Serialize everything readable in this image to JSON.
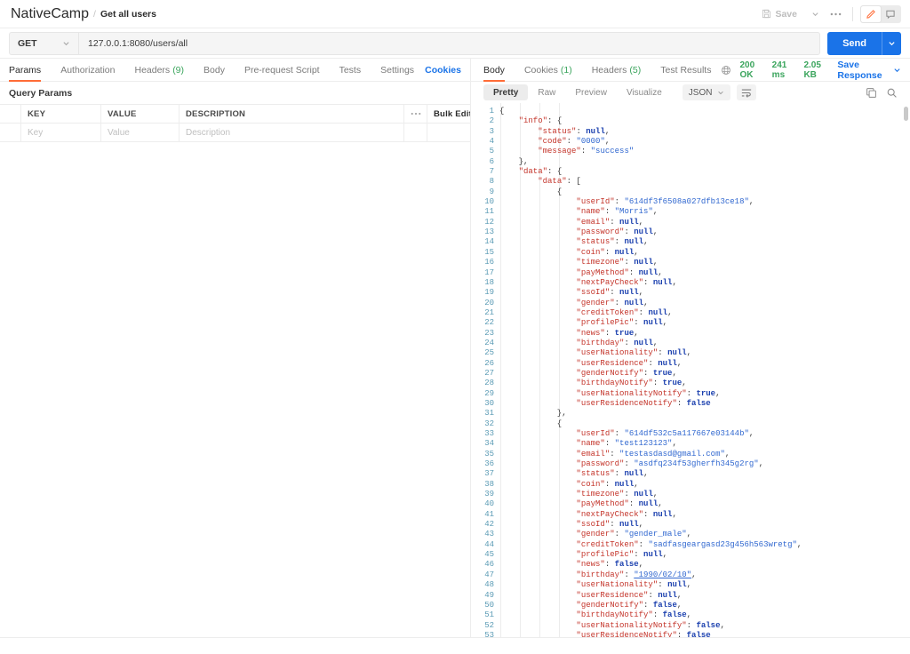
{
  "breadcrumb": {
    "collection": "NativeCamp",
    "separator": "/",
    "current": "Get all users"
  },
  "topbar": {
    "save_label": "Save",
    "icons": {
      "save": "floppy-disk-icon",
      "caret": "chevron-down-icon",
      "more": "ellipsis-icon",
      "edit": "pencil-icon",
      "comment": "comment-icon"
    }
  },
  "urlbar": {
    "method": "GET",
    "url": "127.0.0.1:8080/users/all",
    "send_label": "Send"
  },
  "request_tabs": [
    {
      "label": "Params",
      "count": null,
      "active": true
    },
    {
      "label": "Authorization",
      "count": null,
      "active": false
    },
    {
      "label": "Headers",
      "count": "(9)",
      "active": false
    },
    {
      "label": "Body",
      "count": null,
      "active": false
    },
    {
      "label": "Pre-request Script",
      "count": null,
      "active": false
    },
    {
      "label": "Tests",
      "count": null,
      "active": false
    },
    {
      "label": "Settings",
      "count": null,
      "active": false
    }
  ],
  "cookies_link": "Cookies",
  "query_params": {
    "title": "Query Params",
    "columns": [
      "KEY",
      "VALUE",
      "DESCRIPTION"
    ],
    "bulk_edit": "Bulk Edit",
    "rows": [
      {
        "key": "Key",
        "value": "Value",
        "description": "Description"
      }
    ]
  },
  "response_tabs": [
    {
      "label": "Body",
      "count": null,
      "active": true
    },
    {
      "label": "Cookies",
      "count": "(1)",
      "active": false
    },
    {
      "label": "Headers",
      "count": "(5)",
      "active": false
    },
    {
      "label": "Test Results",
      "count": null,
      "active": false
    }
  ],
  "response_meta": {
    "status": "200 OK",
    "time": "241 ms",
    "size": "2.05 KB",
    "save_response": "Save Response"
  },
  "format_bar": {
    "modes": [
      {
        "label": "Pretty",
        "active": true
      },
      {
        "label": "Raw",
        "active": false
      },
      {
        "label": "Preview",
        "active": false
      },
      {
        "label": "Visualize",
        "active": false
      }
    ],
    "language": "JSON",
    "icons": {
      "wrap": "wrap-lines-icon",
      "copy": "copy-icon",
      "search": "search-icon"
    }
  },
  "colors": {
    "accent": "#ff6c37",
    "link": "#1a73e8",
    "success": "#3ba55d",
    "key": "#c4352b",
    "string": "#3168d0",
    "literal": "#1a3fae"
  },
  "response_body": {
    "first_line": 1,
    "last_visible_line": 53,
    "lines": [
      [
        {
          "t": "{",
          "c": "p"
        }
      ],
      [
        {
          "t": "    ",
          "c": "p"
        },
        {
          "t": "\"info\"",
          "c": "k"
        },
        {
          "t": ": {",
          "c": "p"
        }
      ],
      [
        {
          "t": "        ",
          "c": "p"
        },
        {
          "t": "\"status\"",
          "c": "k"
        },
        {
          "t": ": ",
          "c": "p"
        },
        {
          "t": "null",
          "c": "lit"
        },
        {
          "t": ",",
          "c": "p"
        }
      ],
      [
        {
          "t": "        ",
          "c": "p"
        },
        {
          "t": "\"code\"",
          "c": "k"
        },
        {
          "t": ": ",
          "c": "p"
        },
        {
          "t": "\"0000\"",
          "c": "s"
        },
        {
          "t": ",",
          "c": "p"
        }
      ],
      [
        {
          "t": "        ",
          "c": "p"
        },
        {
          "t": "\"message\"",
          "c": "k"
        },
        {
          "t": ": ",
          "c": "p"
        },
        {
          "t": "\"success\"",
          "c": "s"
        }
      ],
      [
        {
          "t": "    },",
          "c": "p"
        }
      ],
      [
        {
          "t": "    ",
          "c": "p"
        },
        {
          "t": "\"data\"",
          "c": "k"
        },
        {
          "t": ": {",
          "c": "p"
        }
      ],
      [
        {
          "t": "        ",
          "c": "p"
        },
        {
          "t": "\"data\"",
          "c": "k"
        },
        {
          "t": ": [",
          "c": "p"
        }
      ],
      [
        {
          "t": "            {",
          "c": "p"
        }
      ],
      [
        {
          "t": "                ",
          "c": "p"
        },
        {
          "t": "\"userId\"",
          "c": "k"
        },
        {
          "t": ": ",
          "c": "p"
        },
        {
          "t": "\"614df3f6508a027dfb13ce18\"",
          "c": "s"
        },
        {
          "t": ",",
          "c": "p"
        }
      ],
      [
        {
          "t": "                ",
          "c": "p"
        },
        {
          "t": "\"name\"",
          "c": "k"
        },
        {
          "t": ": ",
          "c": "p"
        },
        {
          "t": "\"Morris\"",
          "c": "s"
        },
        {
          "t": ",",
          "c": "p"
        }
      ],
      [
        {
          "t": "                ",
          "c": "p"
        },
        {
          "t": "\"email\"",
          "c": "k"
        },
        {
          "t": ": ",
          "c": "p"
        },
        {
          "t": "null",
          "c": "lit"
        },
        {
          "t": ",",
          "c": "p"
        }
      ],
      [
        {
          "t": "                ",
          "c": "p"
        },
        {
          "t": "\"password\"",
          "c": "k"
        },
        {
          "t": ": ",
          "c": "p"
        },
        {
          "t": "null",
          "c": "lit"
        },
        {
          "t": ",",
          "c": "p"
        }
      ],
      [
        {
          "t": "                ",
          "c": "p"
        },
        {
          "t": "\"status\"",
          "c": "k"
        },
        {
          "t": ": ",
          "c": "p"
        },
        {
          "t": "null",
          "c": "lit"
        },
        {
          "t": ",",
          "c": "p"
        }
      ],
      [
        {
          "t": "                ",
          "c": "p"
        },
        {
          "t": "\"coin\"",
          "c": "k"
        },
        {
          "t": ": ",
          "c": "p"
        },
        {
          "t": "null",
          "c": "lit"
        },
        {
          "t": ",",
          "c": "p"
        }
      ],
      [
        {
          "t": "                ",
          "c": "p"
        },
        {
          "t": "\"timezone\"",
          "c": "k"
        },
        {
          "t": ": ",
          "c": "p"
        },
        {
          "t": "null",
          "c": "lit"
        },
        {
          "t": ",",
          "c": "p"
        }
      ],
      [
        {
          "t": "                ",
          "c": "p"
        },
        {
          "t": "\"payMethod\"",
          "c": "k"
        },
        {
          "t": ": ",
          "c": "p"
        },
        {
          "t": "null",
          "c": "lit"
        },
        {
          "t": ",",
          "c": "p"
        }
      ],
      [
        {
          "t": "                ",
          "c": "p"
        },
        {
          "t": "\"nextPayCheck\"",
          "c": "k"
        },
        {
          "t": ": ",
          "c": "p"
        },
        {
          "t": "null",
          "c": "lit"
        },
        {
          "t": ",",
          "c": "p"
        }
      ],
      [
        {
          "t": "                ",
          "c": "p"
        },
        {
          "t": "\"ssoId\"",
          "c": "k"
        },
        {
          "t": ": ",
          "c": "p"
        },
        {
          "t": "null",
          "c": "lit"
        },
        {
          "t": ",",
          "c": "p"
        }
      ],
      [
        {
          "t": "                ",
          "c": "p"
        },
        {
          "t": "\"gender\"",
          "c": "k"
        },
        {
          "t": ": ",
          "c": "p"
        },
        {
          "t": "null",
          "c": "lit"
        },
        {
          "t": ",",
          "c": "p"
        }
      ],
      [
        {
          "t": "                ",
          "c": "p"
        },
        {
          "t": "\"creditToken\"",
          "c": "k"
        },
        {
          "t": ": ",
          "c": "p"
        },
        {
          "t": "null",
          "c": "lit"
        },
        {
          "t": ",",
          "c": "p"
        }
      ],
      [
        {
          "t": "                ",
          "c": "p"
        },
        {
          "t": "\"profilePic\"",
          "c": "k"
        },
        {
          "t": ": ",
          "c": "p"
        },
        {
          "t": "null",
          "c": "lit"
        },
        {
          "t": ",",
          "c": "p"
        }
      ],
      [
        {
          "t": "                ",
          "c": "p"
        },
        {
          "t": "\"news\"",
          "c": "k"
        },
        {
          "t": ": ",
          "c": "p"
        },
        {
          "t": "true",
          "c": "lit"
        },
        {
          "t": ",",
          "c": "p"
        }
      ],
      [
        {
          "t": "                ",
          "c": "p"
        },
        {
          "t": "\"birthday\"",
          "c": "k"
        },
        {
          "t": ": ",
          "c": "p"
        },
        {
          "t": "null",
          "c": "lit"
        },
        {
          "t": ",",
          "c": "p"
        }
      ],
      [
        {
          "t": "                ",
          "c": "p"
        },
        {
          "t": "\"userNationality\"",
          "c": "k"
        },
        {
          "t": ": ",
          "c": "p"
        },
        {
          "t": "null",
          "c": "lit"
        },
        {
          "t": ",",
          "c": "p"
        }
      ],
      [
        {
          "t": "                ",
          "c": "p"
        },
        {
          "t": "\"userResidence\"",
          "c": "k"
        },
        {
          "t": ": ",
          "c": "p"
        },
        {
          "t": "null",
          "c": "lit"
        },
        {
          "t": ",",
          "c": "p"
        }
      ],
      [
        {
          "t": "                ",
          "c": "p"
        },
        {
          "t": "\"genderNotify\"",
          "c": "k"
        },
        {
          "t": ": ",
          "c": "p"
        },
        {
          "t": "true",
          "c": "lit"
        },
        {
          "t": ",",
          "c": "p"
        }
      ],
      [
        {
          "t": "                ",
          "c": "p"
        },
        {
          "t": "\"birthdayNotify\"",
          "c": "k"
        },
        {
          "t": ": ",
          "c": "p"
        },
        {
          "t": "true",
          "c": "lit"
        },
        {
          "t": ",",
          "c": "p"
        }
      ],
      [
        {
          "t": "                ",
          "c": "p"
        },
        {
          "t": "\"userNationalityNotify\"",
          "c": "k"
        },
        {
          "t": ": ",
          "c": "p"
        },
        {
          "t": "true",
          "c": "lit"
        },
        {
          "t": ",",
          "c": "p"
        }
      ],
      [
        {
          "t": "                ",
          "c": "p"
        },
        {
          "t": "\"userResidenceNotify\"",
          "c": "k"
        },
        {
          "t": ": ",
          "c": "p"
        },
        {
          "t": "false",
          "c": "lit"
        }
      ],
      [
        {
          "t": "            },",
          "c": "p"
        }
      ],
      [
        {
          "t": "            {",
          "c": "p"
        }
      ],
      [
        {
          "t": "                ",
          "c": "p"
        },
        {
          "t": "\"userId\"",
          "c": "k"
        },
        {
          "t": ": ",
          "c": "p"
        },
        {
          "t": "\"614df532c5a117667e03144b\"",
          "c": "s"
        },
        {
          "t": ",",
          "c": "p"
        }
      ],
      [
        {
          "t": "                ",
          "c": "p"
        },
        {
          "t": "\"name\"",
          "c": "k"
        },
        {
          "t": ": ",
          "c": "p"
        },
        {
          "t": "\"test123123\"",
          "c": "s"
        },
        {
          "t": ",",
          "c": "p"
        }
      ],
      [
        {
          "t": "                ",
          "c": "p"
        },
        {
          "t": "\"email\"",
          "c": "k"
        },
        {
          "t": ": ",
          "c": "p"
        },
        {
          "t": "\"testasdasd@gmail.com\"",
          "c": "s"
        },
        {
          "t": ",",
          "c": "p"
        }
      ],
      [
        {
          "t": "                ",
          "c": "p"
        },
        {
          "t": "\"password\"",
          "c": "k"
        },
        {
          "t": ": ",
          "c": "p"
        },
        {
          "t": "\"asdfq234f53gherfh345g2rg\"",
          "c": "s"
        },
        {
          "t": ",",
          "c": "p"
        }
      ],
      [
        {
          "t": "                ",
          "c": "p"
        },
        {
          "t": "\"status\"",
          "c": "k"
        },
        {
          "t": ": ",
          "c": "p"
        },
        {
          "t": "null",
          "c": "lit"
        },
        {
          "t": ",",
          "c": "p"
        }
      ],
      [
        {
          "t": "                ",
          "c": "p"
        },
        {
          "t": "\"coin\"",
          "c": "k"
        },
        {
          "t": ": ",
          "c": "p"
        },
        {
          "t": "null",
          "c": "lit"
        },
        {
          "t": ",",
          "c": "p"
        }
      ],
      [
        {
          "t": "                ",
          "c": "p"
        },
        {
          "t": "\"timezone\"",
          "c": "k"
        },
        {
          "t": ": ",
          "c": "p"
        },
        {
          "t": "null",
          "c": "lit"
        },
        {
          "t": ",",
          "c": "p"
        }
      ],
      [
        {
          "t": "                ",
          "c": "p"
        },
        {
          "t": "\"payMethod\"",
          "c": "k"
        },
        {
          "t": ": ",
          "c": "p"
        },
        {
          "t": "null",
          "c": "lit"
        },
        {
          "t": ",",
          "c": "p"
        }
      ],
      [
        {
          "t": "                ",
          "c": "p"
        },
        {
          "t": "\"nextPayCheck\"",
          "c": "k"
        },
        {
          "t": ": ",
          "c": "p"
        },
        {
          "t": "null",
          "c": "lit"
        },
        {
          "t": ",",
          "c": "p"
        }
      ],
      [
        {
          "t": "                ",
          "c": "p"
        },
        {
          "t": "\"ssoId\"",
          "c": "k"
        },
        {
          "t": ": ",
          "c": "p"
        },
        {
          "t": "null",
          "c": "lit"
        },
        {
          "t": ",",
          "c": "p"
        }
      ],
      [
        {
          "t": "                ",
          "c": "p"
        },
        {
          "t": "\"gender\"",
          "c": "k"
        },
        {
          "t": ": ",
          "c": "p"
        },
        {
          "t": "\"gender_male\"",
          "c": "s"
        },
        {
          "t": ",",
          "c": "p"
        }
      ],
      [
        {
          "t": "                ",
          "c": "p"
        },
        {
          "t": "\"creditToken\"",
          "c": "k"
        },
        {
          "t": ": ",
          "c": "p"
        },
        {
          "t": "\"sadfasgeargasd23g456h563wretg\"",
          "c": "s"
        },
        {
          "t": ",",
          "c": "p"
        }
      ],
      [
        {
          "t": "                ",
          "c": "p"
        },
        {
          "t": "\"profilePic\"",
          "c": "k"
        },
        {
          "t": ": ",
          "c": "p"
        },
        {
          "t": "null",
          "c": "lit"
        },
        {
          "t": ",",
          "c": "p"
        }
      ],
      [
        {
          "t": "                ",
          "c": "p"
        },
        {
          "t": "\"news\"",
          "c": "k"
        },
        {
          "t": ": ",
          "c": "p"
        },
        {
          "t": "false",
          "c": "lit"
        },
        {
          "t": ",",
          "c": "p"
        }
      ],
      [
        {
          "t": "                ",
          "c": "p"
        },
        {
          "t": "\"birthday\"",
          "c": "k"
        },
        {
          "t": ": ",
          "c": "p"
        },
        {
          "t": "\"1990/02/10\"",
          "c": "s u"
        },
        {
          "t": ",",
          "c": "p"
        }
      ],
      [
        {
          "t": "                ",
          "c": "p"
        },
        {
          "t": "\"userNationality\"",
          "c": "k"
        },
        {
          "t": ": ",
          "c": "p"
        },
        {
          "t": "null",
          "c": "lit"
        },
        {
          "t": ",",
          "c": "p"
        }
      ],
      [
        {
          "t": "                ",
          "c": "p"
        },
        {
          "t": "\"userResidence\"",
          "c": "k"
        },
        {
          "t": ": ",
          "c": "p"
        },
        {
          "t": "null",
          "c": "lit"
        },
        {
          "t": ",",
          "c": "p"
        }
      ],
      [
        {
          "t": "                ",
          "c": "p"
        },
        {
          "t": "\"genderNotify\"",
          "c": "k"
        },
        {
          "t": ": ",
          "c": "p"
        },
        {
          "t": "false",
          "c": "lit"
        },
        {
          "t": ",",
          "c": "p"
        }
      ],
      [
        {
          "t": "                ",
          "c": "p"
        },
        {
          "t": "\"birthdayNotify\"",
          "c": "k"
        },
        {
          "t": ": ",
          "c": "p"
        },
        {
          "t": "false",
          "c": "lit"
        },
        {
          "t": ",",
          "c": "p"
        }
      ],
      [
        {
          "t": "                ",
          "c": "p"
        },
        {
          "t": "\"userNationalityNotify\"",
          "c": "k"
        },
        {
          "t": ": ",
          "c": "p"
        },
        {
          "t": "false",
          "c": "lit"
        },
        {
          "t": ",",
          "c": "p"
        }
      ],
      [
        {
          "t": "                ",
          "c": "p"
        },
        {
          "t": "\"userResidenceNotify\"",
          "c": "k"
        },
        {
          "t": ": ",
          "c": "p"
        },
        {
          "t": "false",
          "c": "lit"
        }
      ]
    ]
  }
}
